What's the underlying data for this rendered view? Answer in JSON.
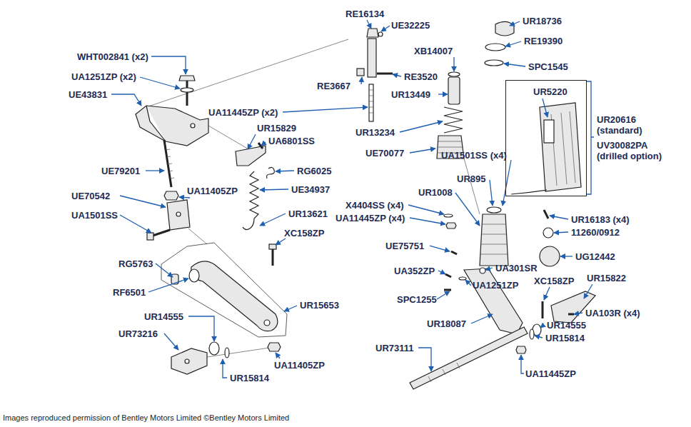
{
  "diagram": {
    "nodes": [
      {
        "text": [
          "UR5220"
        ]
      }
    ],
    "labels": [
      "RE16134",
      "UE32225",
      "WHT002841 (x2)",
      "UR18736",
      "RE19390",
      "SPC1545",
      "UA1251ZP (x2)",
      "XB14007",
      "RE3520",
      "RE3667",
      "UE43831",
      "UR13449",
      "UA11445ZP (x2)",
      "UR20616 (standard)",
      "UV30082PA (drilled option)",
      "UR13234",
      "UR15829",
      "UA6801SS",
      "UE70077",
      "UA1501SS (x4)",
      "UE79201",
      "RG6025",
      "UR895",
      "UE34937",
      "UE70542",
      "UA11405ZP",
      "UR1008",
      "UR13621",
      "X4404SS (x4)",
      "UA1501SS",
      "UA11445ZP (x4)",
      "UR16183 (x4)",
      "XC158ZP",
      "11260/0912",
      "UE75751",
      "UG12442",
      "RG5763",
      "UA352ZP",
      "UA301SR",
      "RF6501",
      "UR15653",
      "UA1251ZP",
      "XC158ZP",
      "UR15822",
      "SPC1255",
      "UA103R (x4)",
      "UR18087",
      "UR14555",
      "UR14555",
      "UR73216",
      "UR73111",
      "UR15814",
      "UA11405ZP",
      "UR15814",
      "UA11445ZP",
      "Images reproduced permission of Bentley Motors Limited ©Bentley Motors Limited"
    ]
  }
}
